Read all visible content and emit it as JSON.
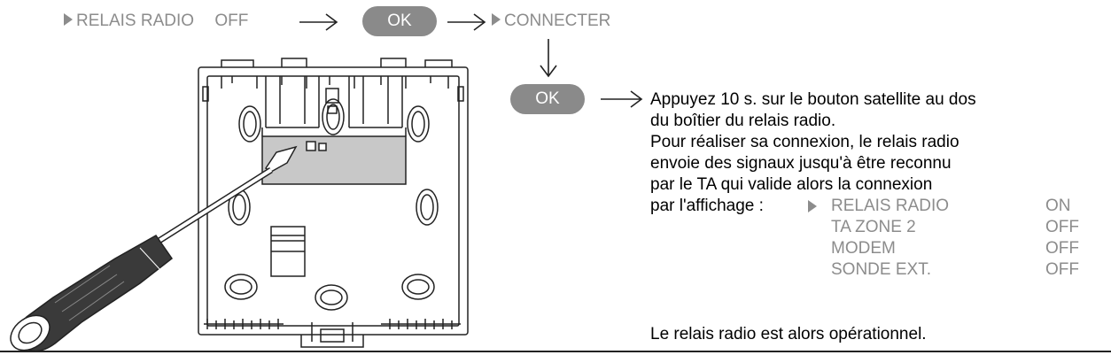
{
  "top_flow": {
    "step1_label": "RELAIS RADIO",
    "step1_value": "OFF",
    "ok_label": "OK",
    "step2_label": "CONNECTER"
  },
  "second_ok_label": "OK",
  "instructions": {
    "lines": [
      "Appuyez 10 s. sur le bouton satellite au dos",
      "du boîtier du relais radio.",
      "Pour réaliser sa connexion, le relais radio",
      "envoie des signaux jusqu'à être reconnu",
      "par le TA qui valide alors la connexion"
    ],
    "display_intro": "par l'affichage :"
  },
  "menu": [
    {
      "label": "RELAIS RADIO",
      "value": "ON"
    },
    {
      "label": "TA ZONE 2",
      "value": "OFF"
    },
    {
      "label": "MODEM",
      "value": "OFF"
    },
    {
      "label": "SONDE EXT.",
      "value": "OFF"
    }
  ],
  "conclusion": "Le relais radio est alors opérationnel.",
  "colors": {
    "ok_pill": "#8a8a8a",
    "grey_text": "#8c8c8c",
    "line_art": "#222222"
  }
}
